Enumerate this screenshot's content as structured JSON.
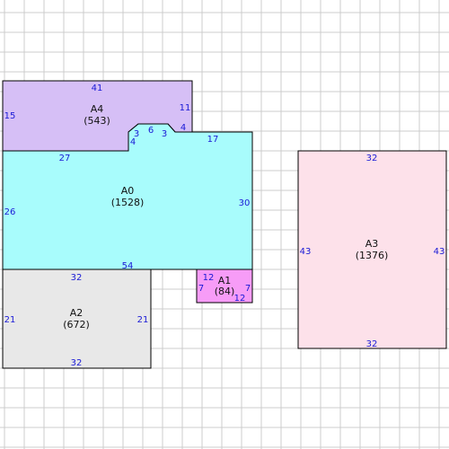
{
  "colors": {
    "grid": "#cccccc",
    "outline": "#000000",
    "dimension_text": "#1a1ad6",
    "A0_fill": "#a8fcfc",
    "A1_fill": "#f79cf7",
    "A2_fill": "#e8e8e8",
    "A3_fill": "#fde1ea",
    "A4_fill": "#d6bff6"
  },
  "areas": {
    "A0": {
      "name": "A0",
      "area": "(1528)"
    },
    "A1": {
      "name": "A1",
      "area": "(84)"
    },
    "A2": {
      "name": "A2",
      "area": "(672)"
    },
    "A3": {
      "name": "A3",
      "area": "(1376)"
    },
    "A4": {
      "name": "A4",
      "area": "(543)"
    }
  },
  "dimensions": {
    "A0": {
      "top_right": "17",
      "right": "30",
      "bottom": "54",
      "left": "26",
      "top_left": "27"
    },
    "A1": {
      "top": "12",
      "right": "7",
      "bottom": "12",
      "left": "7"
    },
    "A2": {
      "top": "32",
      "right": "21",
      "bottom": "32",
      "left": "21"
    },
    "A3": {
      "top": "32",
      "right": "43",
      "bottom": "32",
      "left": "43"
    },
    "A4": {
      "top": "41",
      "right": "11",
      "step_right": "4",
      "notch_right": "3",
      "notch_top": "6",
      "notch_left": "3",
      "step_left": "4",
      "left": "15"
    }
  }
}
